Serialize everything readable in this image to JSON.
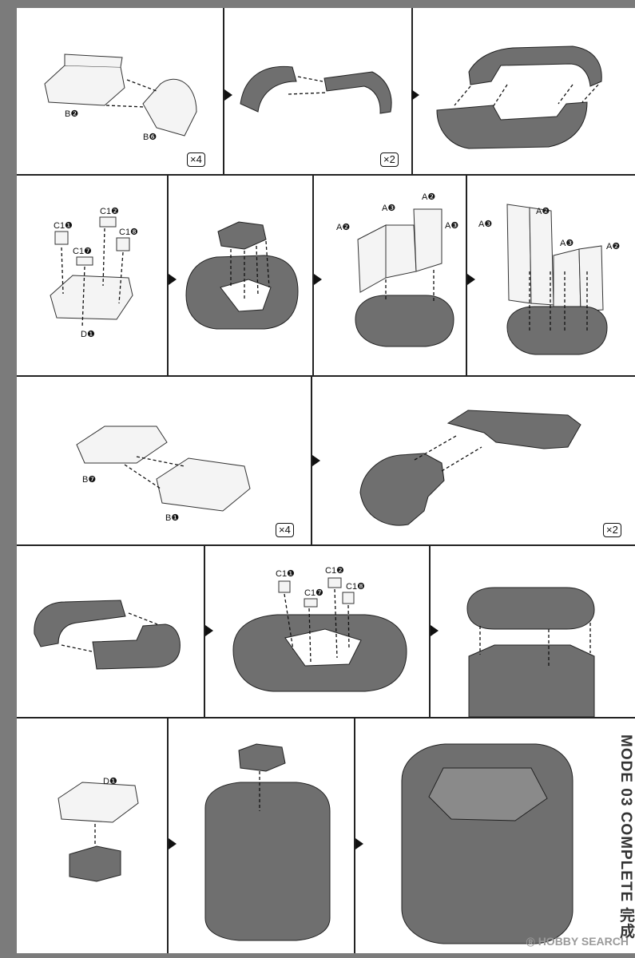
{
  "row1": {
    "labels": {
      "b2": "B❷",
      "b6": "B❻"
    },
    "mult1": "×4",
    "mult2": "×2"
  },
  "row2": {
    "labels": {
      "c11": "C1❶",
      "c12": "C1❷",
      "c17": "C1❼",
      "c18": "C1❽",
      "d1": "D❶",
      "p3_a2_top": "A❷",
      "p3_a3_top": "A❸",
      "p3_a2_left": "A❷",
      "p3_a3_right": "A❸",
      "p4_a3_left": "A❸",
      "p4_a2_top": "A❷",
      "p4_a3_mid": "A❸",
      "p4_a2_right": "A❷"
    }
  },
  "row3": {
    "labels": {
      "b7": "B❼",
      "b1": "B❶"
    },
    "mult1": "×4",
    "mult2": "×2"
  },
  "row4": {
    "labels": {
      "c11": "C1❶",
      "c12": "C1❷",
      "c17": "C1❼",
      "c18": "C1❽"
    }
  },
  "row5": {
    "labels": {
      "d1": "D❶"
    },
    "side_text": "MODE 03 COMPLETE 完成"
  },
  "watermark": {
    "brand": "HOBBY SEARCH",
    "symbol": "Ⓡ"
  },
  "colors": {
    "part_dark": "#6f6f6f",
    "part_light": "#f4f4f4",
    "border": "#222222",
    "background": "#7b7b7b"
  }
}
